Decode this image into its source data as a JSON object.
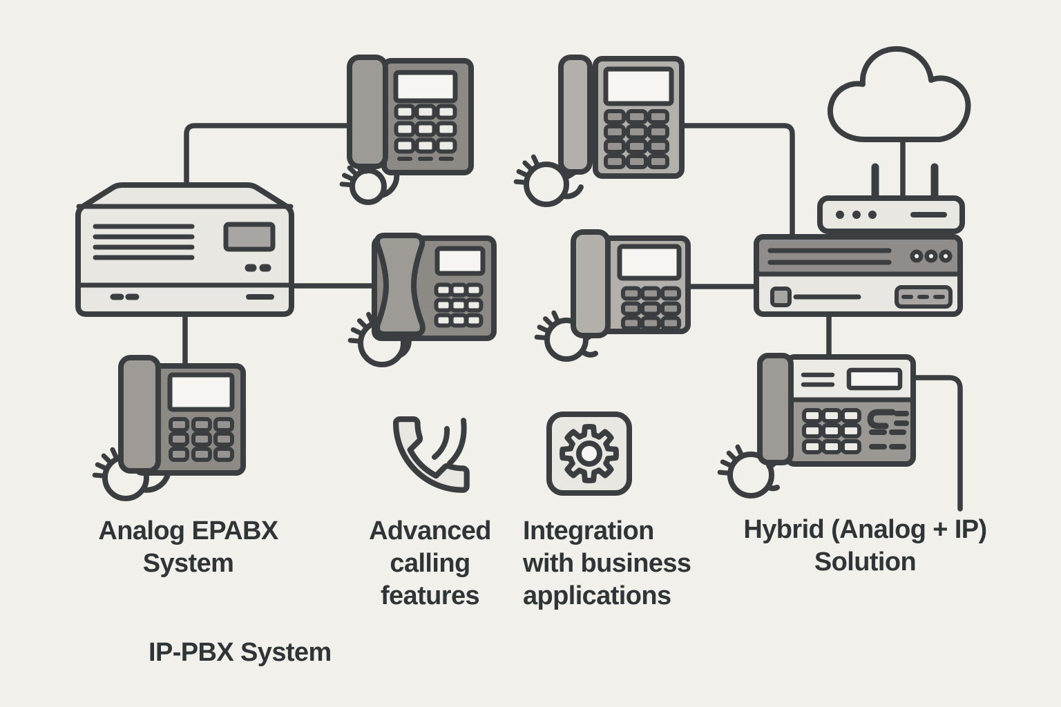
{
  "scene": {
    "background_color": "#f2f0ea",
    "outline_color": "#3b3e40",
    "text_color": "#2f3437",
    "palette": {
      "device_light": "#e9e7e1",
      "device_mid": "#b3b0ac",
      "device_dark": "#8d8a86",
      "handset_gray": "#9e9b97",
      "screen_white": "#f6f5f1",
      "screen_gray": "#a8a5a2",
      "button_white": "#eeece7",
      "button_gray": "#969390",
      "fax_top": "#eceae4",
      "fax_keypad": "#9b9894",
      "feet_dark": "#6b6966"
    }
  },
  "labels": {
    "analog_epabx": {
      "lines": [
        "Analog EPABX",
        "System"
      ]
    },
    "advanced_calling": {
      "lines": [
        "Advanced",
        "calling",
        "features"
      ]
    },
    "integration": {
      "lines": [
        "Integration",
        "with business",
        "applications"
      ]
    },
    "hybrid": {
      "lines": [
        "Hybrid (Analog + IP)",
        "Solution"
      ]
    },
    "ip_pbx": {
      "lines": [
        "IP-PBX System"
      ]
    }
  },
  "icons": [
    {
      "name": "epabx-unit-icon"
    },
    {
      "name": "desk-phone-icon",
      "count": 5
    },
    {
      "name": "cloud-icon"
    },
    {
      "name": "wifi-router-icon"
    },
    {
      "name": "rack-server-icon"
    },
    {
      "name": "fax-machine-icon"
    },
    {
      "name": "call-waves-icon"
    },
    {
      "name": "settings-gear-icon"
    }
  ]
}
